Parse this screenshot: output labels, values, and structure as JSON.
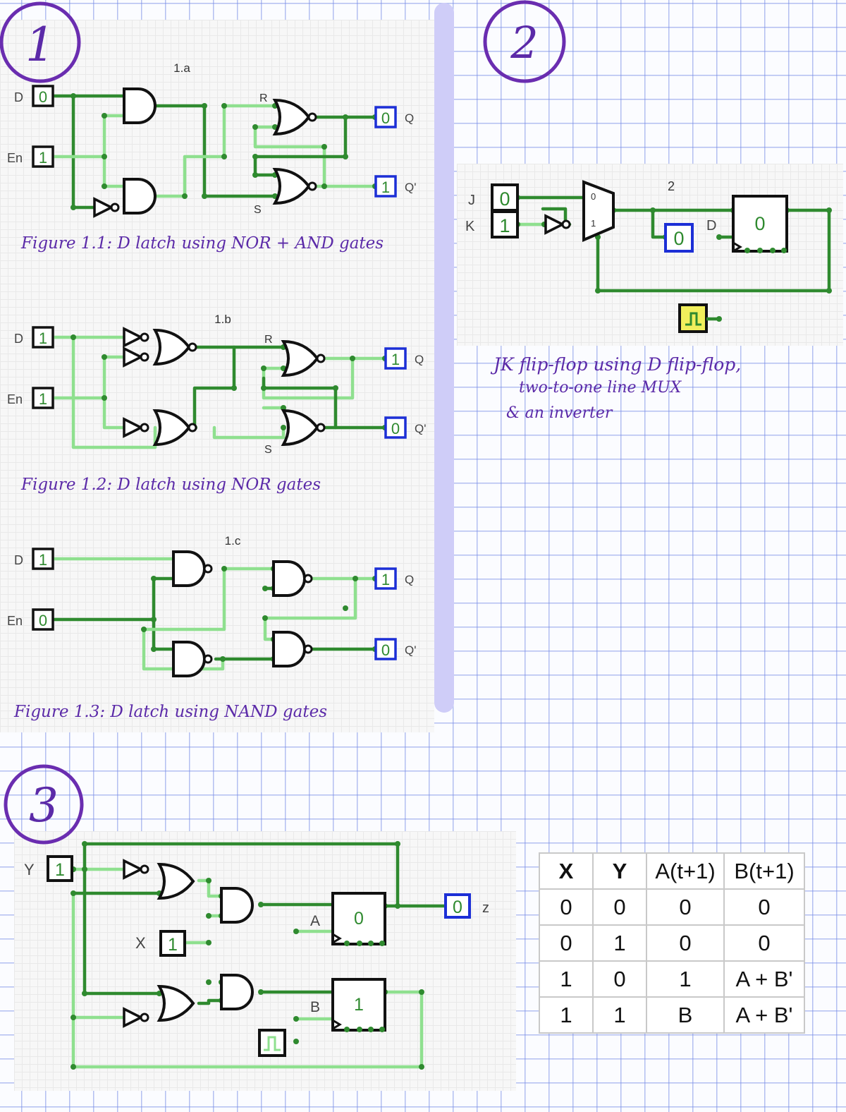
{
  "section_numbers": {
    "one": "1",
    "two": "2",
    "three": "3"
  },
  "circuit_1a": {
    "title": "1.a",
    "inputs": {
      "d_label": "D",
      "d_value": "0",
      "en_label": "En",
      "en_value": "1"
    },
    "gate_labels": {
      "r": "R",
      "s": "S"
    },
    "outputs": {
      "q_value": "0",
      "q_label": "Q",
      "qn_value": "1",
      "qn_label": "Q'"
    },
    "caption": "Figure 1.1: D latch using NOR + AND gates"
  },
  "circuit_1b": {
    "title": "1.b",
    "inputs": {
      "d_label": "D",
      "d_value": "1",
      "en_label": "En",
      "en_value": "1"
    },
    "gate_labels": {
      "r": "R",
      "s": "S"
    },
    "outputs": {
      "q_value": "1",
      "q_label": "Q",
      "qn_value": "0",
      "qn_label": "Q'"
    },
    "caption": "Figure 1.2: D latch using NOR gates"
  },
  "circuit_1c": {
    "title": "1.c",
    "inputs": {
      "d_label": "D",
      "d_value": "1",
      "en_label": "En",
      "en_value": "0"
    },
    "outputs": {
      "q_value": "1",
      "q_label": "Q",
      "qn_value": "0",
      "qn_label": "Q'"
    },
    "caption": "Figure 1.3: D latch using NAND gates"
  },
  "circuit_2": {
    "title": "2",
    "inputs": {
      "j_label": "J",
      "j_value": "0",
      "k_label": "K",
      "k_value": "1"
    },
    "mux_labels": {
      "in0": "0",
      "in1": "1"
    },
    "probe_value": "0",
    "ff_d_label": "D",
    "ff_value": "0",
    "caption_lines": [
      "JK flip-flop using D flip-flop,",
      "two-to-one line MUX",
      "& an inverter"
    ]
  },
  "circuit_3": {
    "inputs": {
      "y_label": "Y",
      "y_value": "1",
      "x_label": "X",
      "x_value": "1"
    },
    "ff_a_label": "A",
    "ff_a_value": "0",
    "ff_b_label": "B",
    "ff_b_value": "1",
    "output": {
      "value": "0",
      "label": "z"
    }
  },
  "truth_table": {
    "headers": [
      "X",
      "Y",
      "A(t+1)",
      "B(t+1)"
    ],
    "rows": [
      [
        "0",
        "0",
        "0",
        "0"
      ],
      [
        "0",
        "1",
        "0",
        "0"
      ],
      [
        "1",
        "0",
        "1",
        "A + B'"
      ],
      [
        "1",
        "1",
        "B",
        "A + B'"
      ]
    ]
  },
  "colors": {
    "wire_dark": "#2f8a2f",
    "wire_light": "#8fe08f",
    "ink": "#5b2aa8",
    "output_box": "#1c2fd6",
    "clock_fill": "#f1ef5c"
  }
}
